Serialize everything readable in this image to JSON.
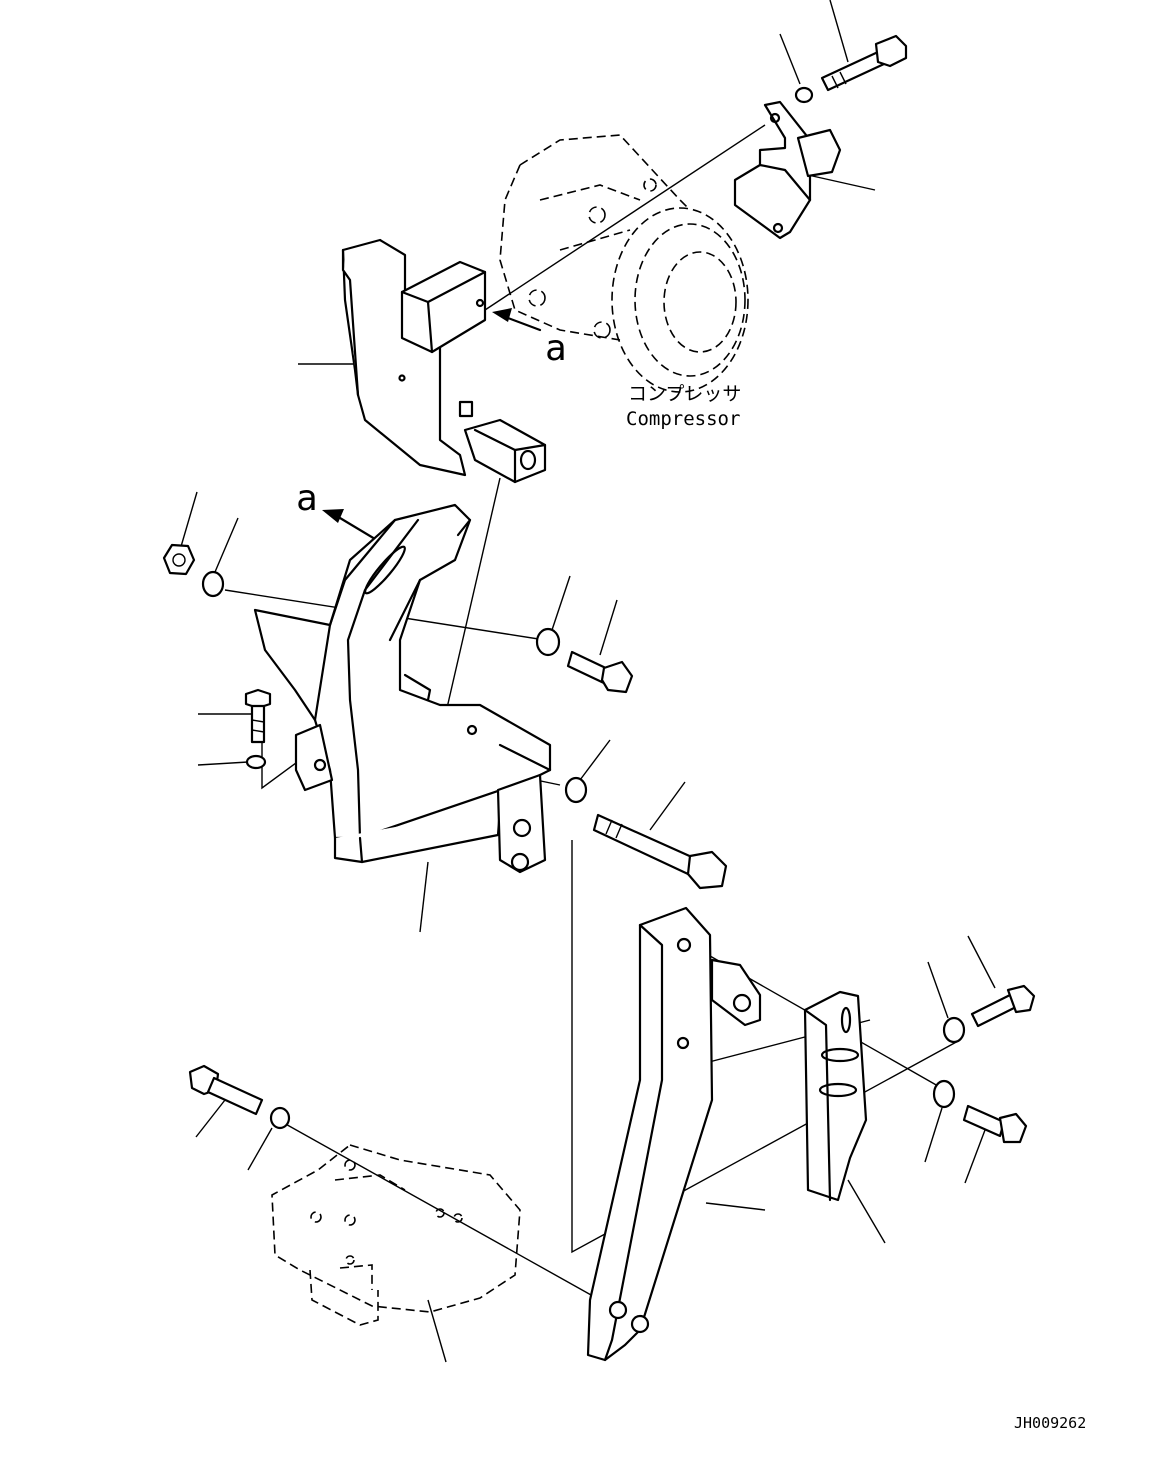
{
  "labels": {
    "compressor_jp": "コンプレッサ",
    "compressor_en": "Compressor",
    "view_ref_a": "a",
    "drawing_id": "JH009262"
  }
}
